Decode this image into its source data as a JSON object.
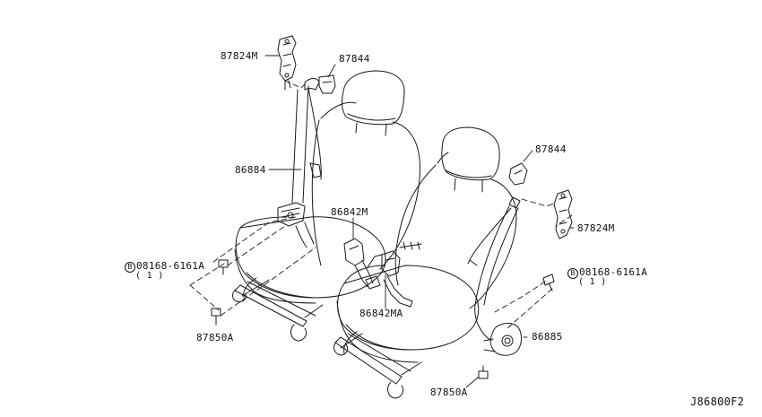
{
  "labels": {
    "p87824m_top": "87824M",
    "p87844_top": "87844",
    "p86884": "86884",
    "p86842m": "86842M",
    "p87844_right": "87844",
    "p87824m_right": "87824M",
    "p08168_left": "08168-6161A",
    "p08168_left_qty": "( 1 )",
    "p08168_right": "08168-6161A",
    "p08168_right_qty": "( 1 )",
    "p86842ma": "86842MA",
    "p86885": "86885",
    "p87850a_left": "87850A",
    "p87850a_right": "87850A",
    "bolt_marker": "B"
  },
  "diagram_code": "J86800F2",
  "colors": {
    "line": "#1a1a1a",
    "background": "#ffffff"
  }
}
